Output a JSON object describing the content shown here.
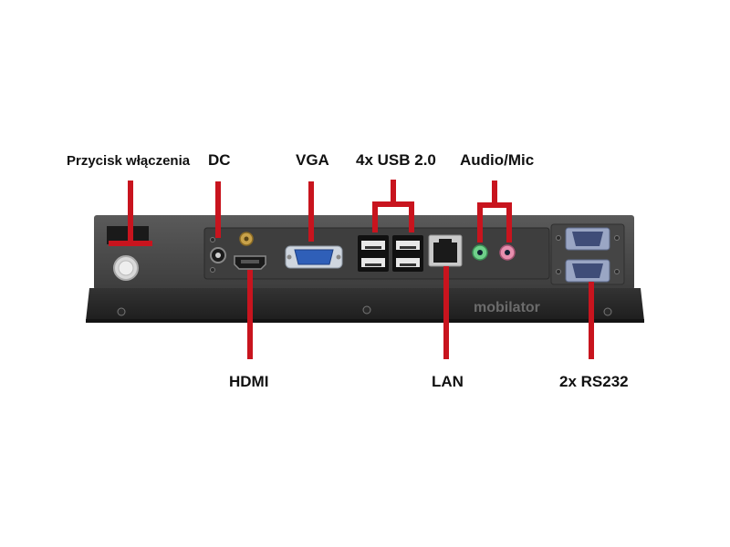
{
  "labels": {
    "power_button": "Przycisk włączenia",
    "dc": "DC",
    "vga": "VGA",
    "usb": "4x USB 2.0",
    "audio": "Audio/Mic",
    "hdmi": "HDMI",
    "lan": "LAN",
    "rs232": "2x RS232"
  },
  "brand": "mobilator",
  "colors": {
    "callout_line": "#c8141e",
    "chassis": "#4a4a4a",
    "vga_port": "#2f5fb8",
    "audio_line_out": "#6fd08a",
    "audio_mic": "#e78fae"
  }
}
